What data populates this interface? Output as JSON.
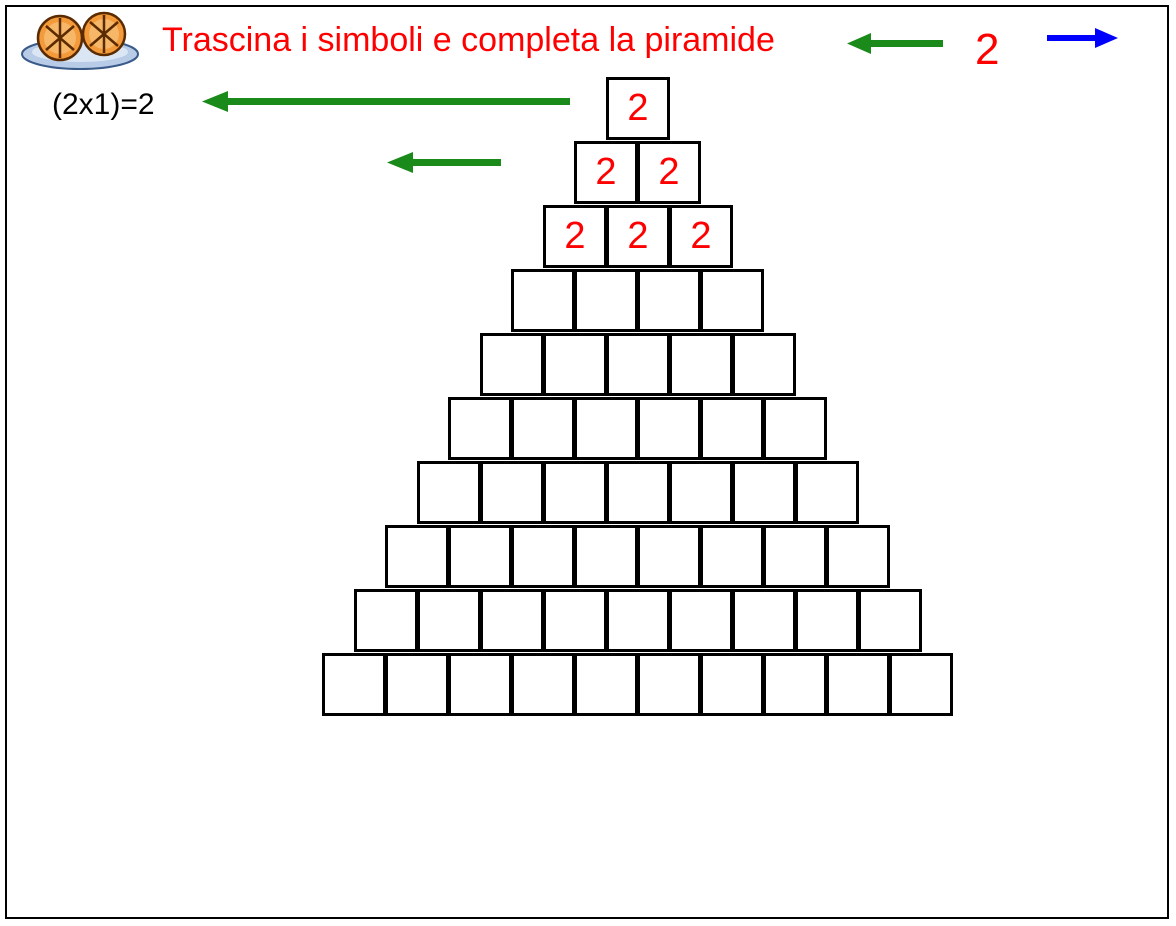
{
  "header": {
    "instruction": "Trascina i simboli e completa la piramide",
    "page_number": "2",
    "icon": "orange-slices-plate-icon"
  },
  "nav": {
    "back_arrow": {
      "icon": "green-left-arrow-icon",
      "color": "#1a8a1a"
    },
    "next_arrow": {
      "icon": "blue-right-arrow-icon",
      "color": "#0000ff"
    }
  },
  "formula": "(2x1)=2",
  "pyramid": {
    "rows": [
      [
        "2"
      ],
      [
        "2",
        "2"
      ],
      [
        "2",
        "2",
        "2"
      ],
      [
        "",
        "",
        "",
        ""
      ],
      [
        "",
        "",
        "",
        "",
        ""
      ],
      [
        "",
        "",
        "",
        "",
        "",
        ""
      ],
      [
        "",
        "",
        "",
        "",
        "",
        "",
        ""
      ],
      [
        "",
        "",
        "",
        "",
        "",
        "",
        "",
        ""
      ],
      [
        "",
        "",
        "",
        "",
        "",
        "",
        "",
        "",
        ""
      ],
      [
        "",
        "",
        "",
        "",
        "",
        "",
        "",
        "",
        "",
        ""
      ]
    ]
  },
  "colors": {
    "instruction_text": "#ff0000",
    "cell_text": "#ff0000",
    "green_arrow": "#1a8a1a",
    "blue_arrow": "#0000ff"
  }
}
